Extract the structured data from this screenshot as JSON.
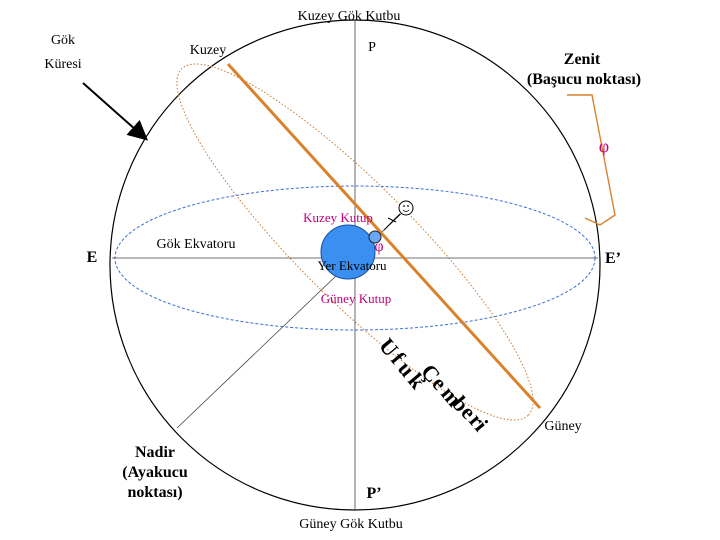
{
  "labels": {
    "north_celestial_pole": "Kuzey Gök Kutbu",
    "south_celestial_pole": "Güney Gök Kutbu",
    "celestial_sphere_line1": "Gök",
    "celestial_sphere_line2": "Küresi",
    "north": "Kuzey",
    "south": "Güney",
    "p": "P",
    "p_prime": "P’",
    "zenith_line1": "Zenit",
    "zenith_line2": "(Başucu noktası)",
    "phi_right": "φ",
    "phi_center": "φ",
    "earth_north_pole": "Kuzey Kutup",
    "earth_south_pole": "Güney Kutup",
    "earth_equator": "Yer Ekvatoru",
    "celestial_equator": "Gök Ekvatoru",
    "e": "E",
    "e_prime": "E’",
    "nadir_line1": "Nadir",
    "nadir_line2": "(Ayakucu",
    "nadir_line3": "noktası)",
    "horizon_circle": [
      "U",
      "f",
      "u",
      "k",
      " ",
      "Ç",
      "e",
      "m",
      "b",
      "e",
      "r",
      "i"
    ]
  },
  "colors": {
    "horizon_line": "#d9822b",
    "earth": "#3b8ff0",
    "pink_text": "#c0007a",
    "equator_dash": "#3c6fd8",
    "orbit_dotted": "#c77a2e"
  }
}
